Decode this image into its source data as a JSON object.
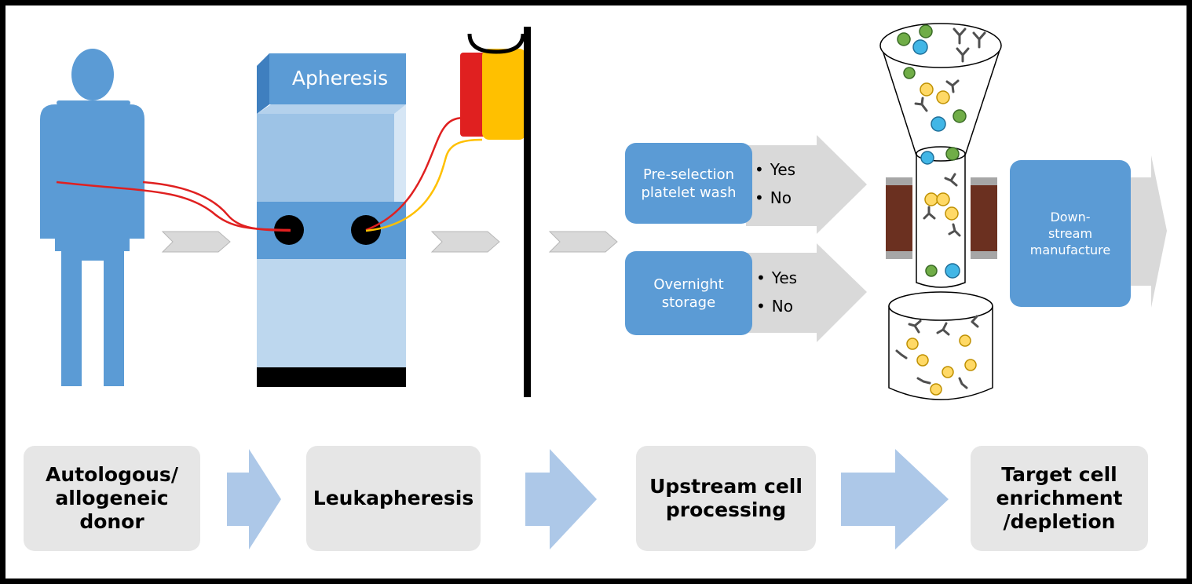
{
  "machine": {
    "label": "Apheresis"
  },
  "processing_options": [
    {
      "label": "Pre-selection platelet wash",
      "options": [
        "Yes",
        "No"
      ]
    },
    {
      "label": "Overnight storage",
      "options": [
        "Yes",
        "No"
      ]
    }
  ],
  "downstream": {
    "label": "Down-stream manufacture"
  },
  "steps": [
    {
      "label": "Autologous/\nallogeneic\ndonor"
    },
    {
      "label": "Leukapheresis"
    },
    {
      "label": "Upstream cell\nprocessing"
    },
    {
      "label": "Target cell\nenrichment\n/depletion"
    }
  ],
  "colors": {
    "blue": "#5b9bd5",
    "light_blue_panel": "#9dc3e6",
    "pale_blue": "#bdd7ee",
    "step_box": "#e6e6e6",
    "step_arrow": "#adc8e8",
    "grey_arrow": "#d9d9d9",
    "tube_red": "#e02020",
    "tube_yellow": "#ffc000",
    "magnet_brown": "#6b3020"
  }
}
